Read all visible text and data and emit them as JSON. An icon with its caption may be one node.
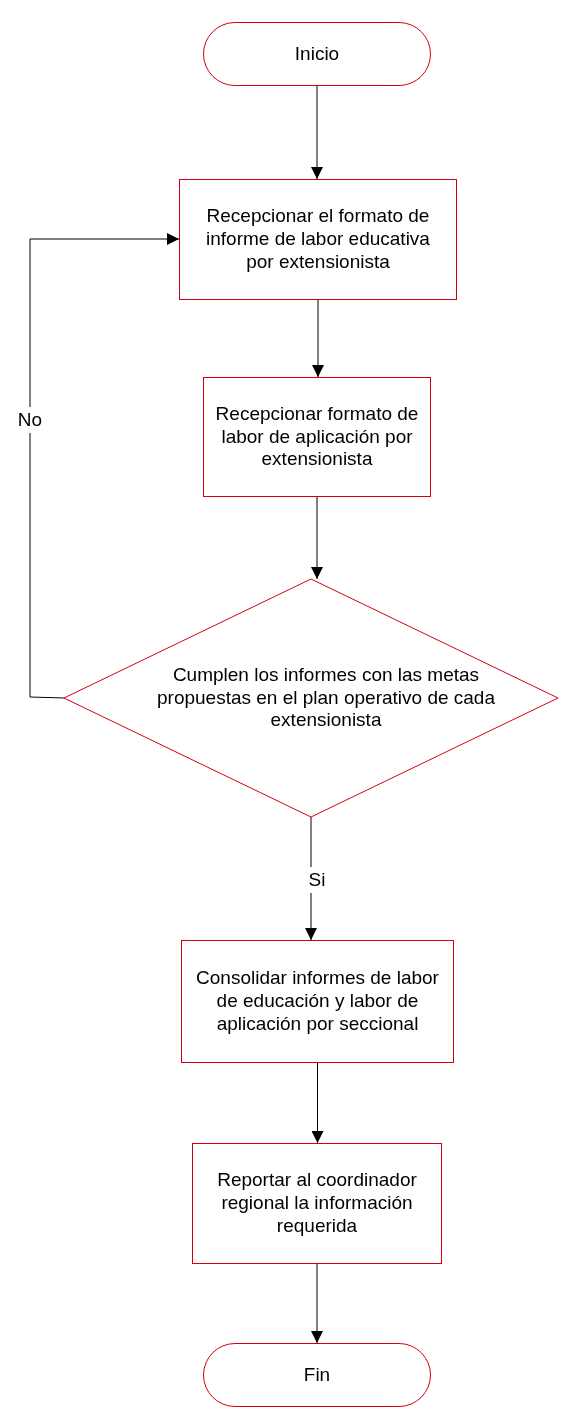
{
  "diagram": {
    "nodes": [
      {
        "text": [
          "Inicio"
        ]
      },
      {
        "text": [
          "Recepcionar el formato de informe de labor educativa por extensionista"
        ]
      },
      {
        "text": [
          "Recepcionar formato de labor de aplicación por extensionista"
        ]
      },
      {
        "text": [
          "Cumplen los informes con las metas propuestas en el plan operativo de cada extensionista"
        ]
      },
      {
        "text": [
          "Consolidar informes de labor de educación y labor de aplicación por seccional"
        ]
      },
      {
        "text": [
          "Reportar al coordinador regional la información requerida"
        ]
      },
      {
        "text": [
          "Fin"
        ]
      }
    ],
    "edges": [
      {
        "from": 0,
        "to": 1,
        "arrow": "to"
      },
      {
        "from": 1,
        "to": 2,
        "arrow": "to"
      },
      {
        "from": 2,
        "to": 3,
        "arrow": "to"
      },
      {
        "from": 3,
        "to": 1,
        "arrow": "to",
        "label": "No"
      },
      {
        "from": 3,
        "to": 4,
        "arrow": "to",
        "label": "Si"
      },
      {
        "from": 4,
        "to": 5,
        "arrow": "to"
      },
      {
        "from": 5,
        "to": 6,
        "arrow": "to"
      }
    ]
  }
}
